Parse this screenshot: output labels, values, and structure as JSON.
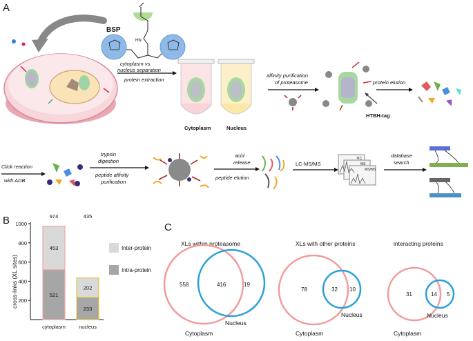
{
  "panel_a": {
    "label": "A",
    "reagent_label": "BSP",
    "steps": {
      "separation": [
        "cytoplasm vs.",
        "nucleus separation"
      ],
      "extraction": "protein extraction",
      "affinity": [
        "affinity purification",
        "of proteasome"
      ],
      "elution": "protein elution",
      "click": [
        "Click reaction",
        "with ADB"
      ],
      "trypsin": [
        "trypsin",
        "digestion"
      ],
      "peptide_affinity": [
        "peptide affinity",
        "purification"
      ],
      "acid": [
        "acid",
        "release"
      ],
      "peptide_elution": "peptide elution",
      "lcms": "LC-MS/MS",
      "database": [
        "database",
        "search"
      ]
    },
    "tube_labels": [
      "Cytoplasm",
      "Nucleus"
    ],
    "tag_label": "HTBH-tag",
    "chromatogram_labels": [
      "TIC",
      "MS",
      "MS/MS"
    ]
  },
  "panel_b": {
    "label": "B",
    "ylabel": "cross-links (XL sites)",
    "legend": [
      "Inter-protein",
      "Intra-protein"
    ],
    "colors": {
      "inter": "#d9d9d9",
      "intra": "#a6a6a6",
      "cyto_border": "#f4a6a6",
      "nuc_border": "#e8c43a"
    },
    "chart_data": {
      "type": "bar",
      "stacked": true,
      "categories": [
        "cytoplasm",
        "nucleus"
      ],
      "totals": [
        974,
        435
      ],
      "series": [
        {
          "name": "Intra-protein",
          "values": [
            521,
            233
          ]
        },
        {
          "name": "Inter-protein",
          "values": [
            453,
            202
          ]
        }
      ],
      "ylim": [
        0,
        1000
      ],
      "yticks": [
        200,
        400,
        600,
        800,
        1000
      ]
    }
  },
  "panel_c": {
    "label": "C",
    "colors": {
      "cytoplasm": "#f29b9b",
      "nucleus": "#2aa0d8"
    },
    "venns": [
      {
        "title": "XLs within proteasome",
        "only_left": "558",
        "overlap": "416",
        "only_right": "19",
        "left_label": "Cytoplasm",
        "right_label": "Nucleus"
      },
      {
        "title": "XLs with other proteins",
        "only_left": "78",
        "overlap": "32",
        "only_right": "10",
        "left_label": "Cytoplasm",
        "right_label": "Nucleus"
      },
      {
        "title": "interacting proteins",
        "only_left": "31",
        "overlap": "14",
        "only_right": "5",
        "left_label": "Cytoplasm",
        "right_label": "Nucleus"
      }
    ]
  }
}
